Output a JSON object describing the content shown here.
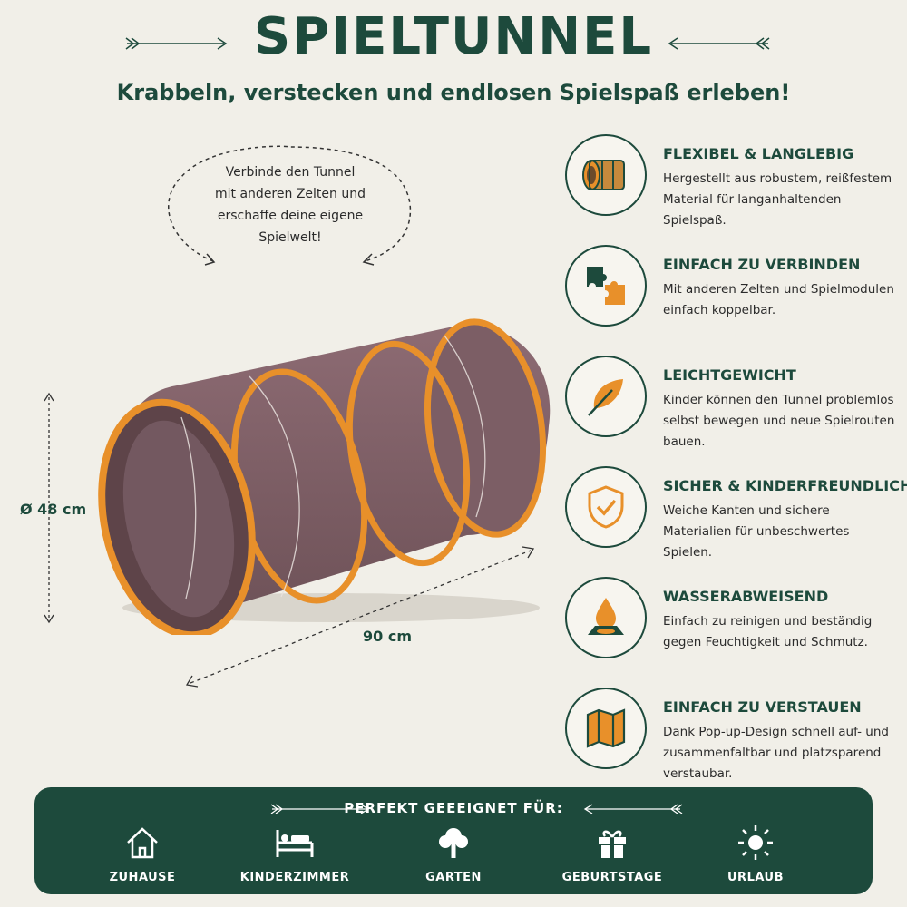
{
  "header": {
    "title": "SPIELTUNNEL",
    "subtitle": "Krabbeln, verstecken und endlosen Spielspaß erleben!"
  },
  "callout": {
    "lines": [
      "Verbinde den Tunnel",
      "mit anderen Zelten und",
      "erschaffe deine eigene",
      "Spielwelt!"
    ]
  },
  "dimensions": {
    "diameter": "Ø 48 cm",
    "length": "90 cm"
  },
  "features": [
    {
      "title": "FLEXIBEL & LANGLEBIG",
      "description": "Hergestellt aus robustem, reißfestem Material für langanhaltenden Spielspaß.",
      "icon": "rolled-tunnel-icon"
    },
    {
      "title": "EINFACH ZU VERBINDEN",
      "description": "Mit anderen Zelten und Spielmodulen einfach koppelbar.",
      "icon": "puzzle-icon"
    },
    {
      "title": "LEICHTGEWICHT",
      "description": "Kinder können den Tunnel problemlos selbst bewegen und neue Spielrouten bauen.",
      "icon": "feather-icon"
    },
    {
      "title": "SICHER & KINDERFREUNDLICH",
      "description": "Weiche Kanten und sichere Materialien für unbeschwertes Spielen.",
      "icon": "shield-check-icon"
    },
    {
      "title": "WASSERABWEISEND",
      "description": "Einfach zu reinigen und beständig gegen Feuchtigkeit und Schmutz.",
      "icon": "water-drop-icon"
    },
    {
      "title": "EINFACH ZU VERSTAUEN",
      "description": "Dank Pop-up-Design schnell auf- und zusammenfaltbar und platzsparend verstaubar.",
      "icon": "folded-map-icon"
    }
  ],
  "suitable": {
    "title": "PERFEKT GEEEIGNET FÜR:",
    "items": [
      {
        "label": "ZUHAUSE",
        "icon": "house-icon"
      },
      {
        "label": "KINDERZIMMER",
        "icon": "bed-icon"
      },
      {
        "label": "GARTEN",
        "icon": "tree-icon"
      },
      {
        "label": "GEBURTSTAGE",
        "icon": "gift-icon"
      },
      {
        "label": "URLAUB",
        "icon": "sun-icon"
      }
    ]
  },
  "colors": {
    "primary_green": "#1d4a3c",
    "accent_orange": "#e8902a",
    "tunnel_brown": "#8a6a70",
    "background": "#f1efe8"
  }
}
